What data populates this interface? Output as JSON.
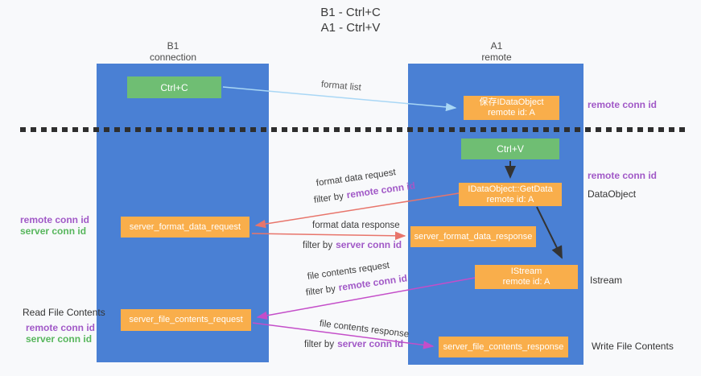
{
  "title": {
    "line1": "B1 - Ctrl+C",
    "line2": "A1 - Ctrl+V"
  },
  "columns": {
    "left": {
      "name": "B1",
      "subtitle": "connection"
    },
    "right": {
      "name": "A1",
      "subtitle": "remote"
    }
  },
  "nodes": {
    "ctrl_c": "Ctrl+C",
    "save_idataobject": {
      "line1": "保存IDataObject",
      "line2": "remote id: A"
    },
    "ctrl_v": "Ctrl+V",
    "getdata": {
      "line1": "IDataObject::GetData",
      "line2": "remote id: A"
    },
    "format_request": "server_format_data_request",
    "format_response": "server_format_data_response",
    "istream": {
      "line1": "IStream",
      "line2": "remote id: A"
    },
    "file_request": "server_file_contents_request",
    "file_response": "server_file_contents_response"
  },
  "edge_labels": {
    "format_list": "format list",
    "format_data_request": "format data request",
    "format_data_response": "format data response",
    "file_contents_request": "file contents request",
    "file_contents_response": "file contents response",
    "filter_by": "filter by",
    "remote_conn_id": "remote conn id",
    "server_conn_id": "server conn id"
  },
  "side_labels": {
    "right_remote_conn_id_top": "remote conn id",
    "right_remote_conn_id_mid": "remote conn id",
    "dataobject": "DataObject",
    "istream": "Istream",
    "write_file_contents": "Write File Contents",
    "left_remote_conn_id_top": "remote conn id",
    "left_server_conn_id_top": "server conn id",
    "read_file_contents": "Read File Contents",
    "left_remote_conn_id_bottom": "remote conn id",
    "left_server_conn_id_bottom": "server conn id"
  },
  "colors": {
    "column_blue": "#4a80d4",
    "box_green": "#6fbe73",
    "box_orange": "#f9ae4b",
    "arrow_lightblue": "#a9d7f5",
    "arrow_black": "#333333",
    "arrow_salmon": "#e8756b",
    "arrow_magenta": "#c44ec9",
    "text_purple": "#a159c7",
    "text_green": "#57b65c",
    "dashed_line": "#2e2e2e",
    "background": "#f8f9fb"
  }
}
